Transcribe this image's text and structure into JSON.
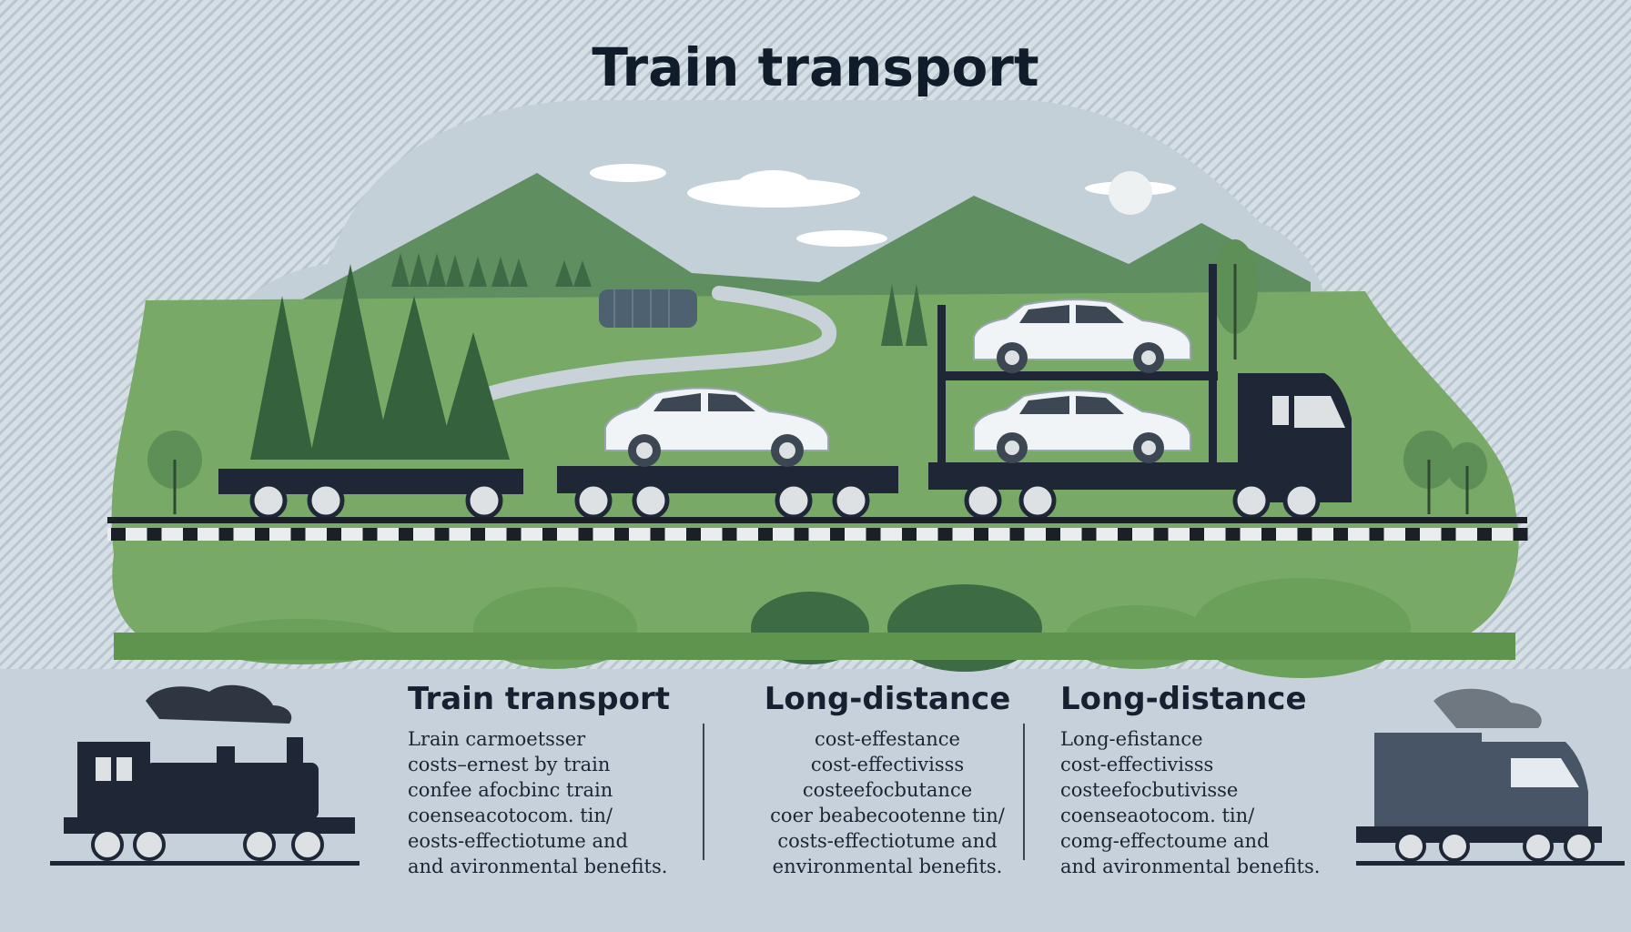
{
  "title": "Train transport",
  "columns": [
    {
      "heading": "Train transport",
      "lines": [
        "Lrain carmoetsser",
        "costs–ernest by train",
        "confee afocbinc train",
        "coenseacotocom. tin/",
        "eosts-effectiotume and",
        "and avironmental benefits."
      ]
    },
    {
      "heading": "Long-distance",
      "lines": [
        "cost-effestance",
        "cost-effectivisss",
        "costeefocbutance",
        "coer beabecootenne tin/",
        "costs-effectiotume and",
        "environmental benefits."
      ]
    },
    {
      "heading": "Long-distance",
      "lines": [
        "Long-efistance",
        "cost-effectivisss",
        "costeefocbutivisse",
        "coenseaotocom. tin/",
        "comg-effectoume and",
        "and avironmental benefits."
      ]
    }
  ],
  "colors": {
    "sky": "#c3d0d7",
    "mountains": "#5e8f5e",
    "grass": "#76a864",
    "dark_green": "#3c6b44",
    "train_dark": "#1f2636",
    "track": "#1a1f28",
    "car_white": "#f1f4f6"
  },
  "icons": [
    "steam-locomotive-icon",
    "freight-locomotive-icon"
  ]
}
